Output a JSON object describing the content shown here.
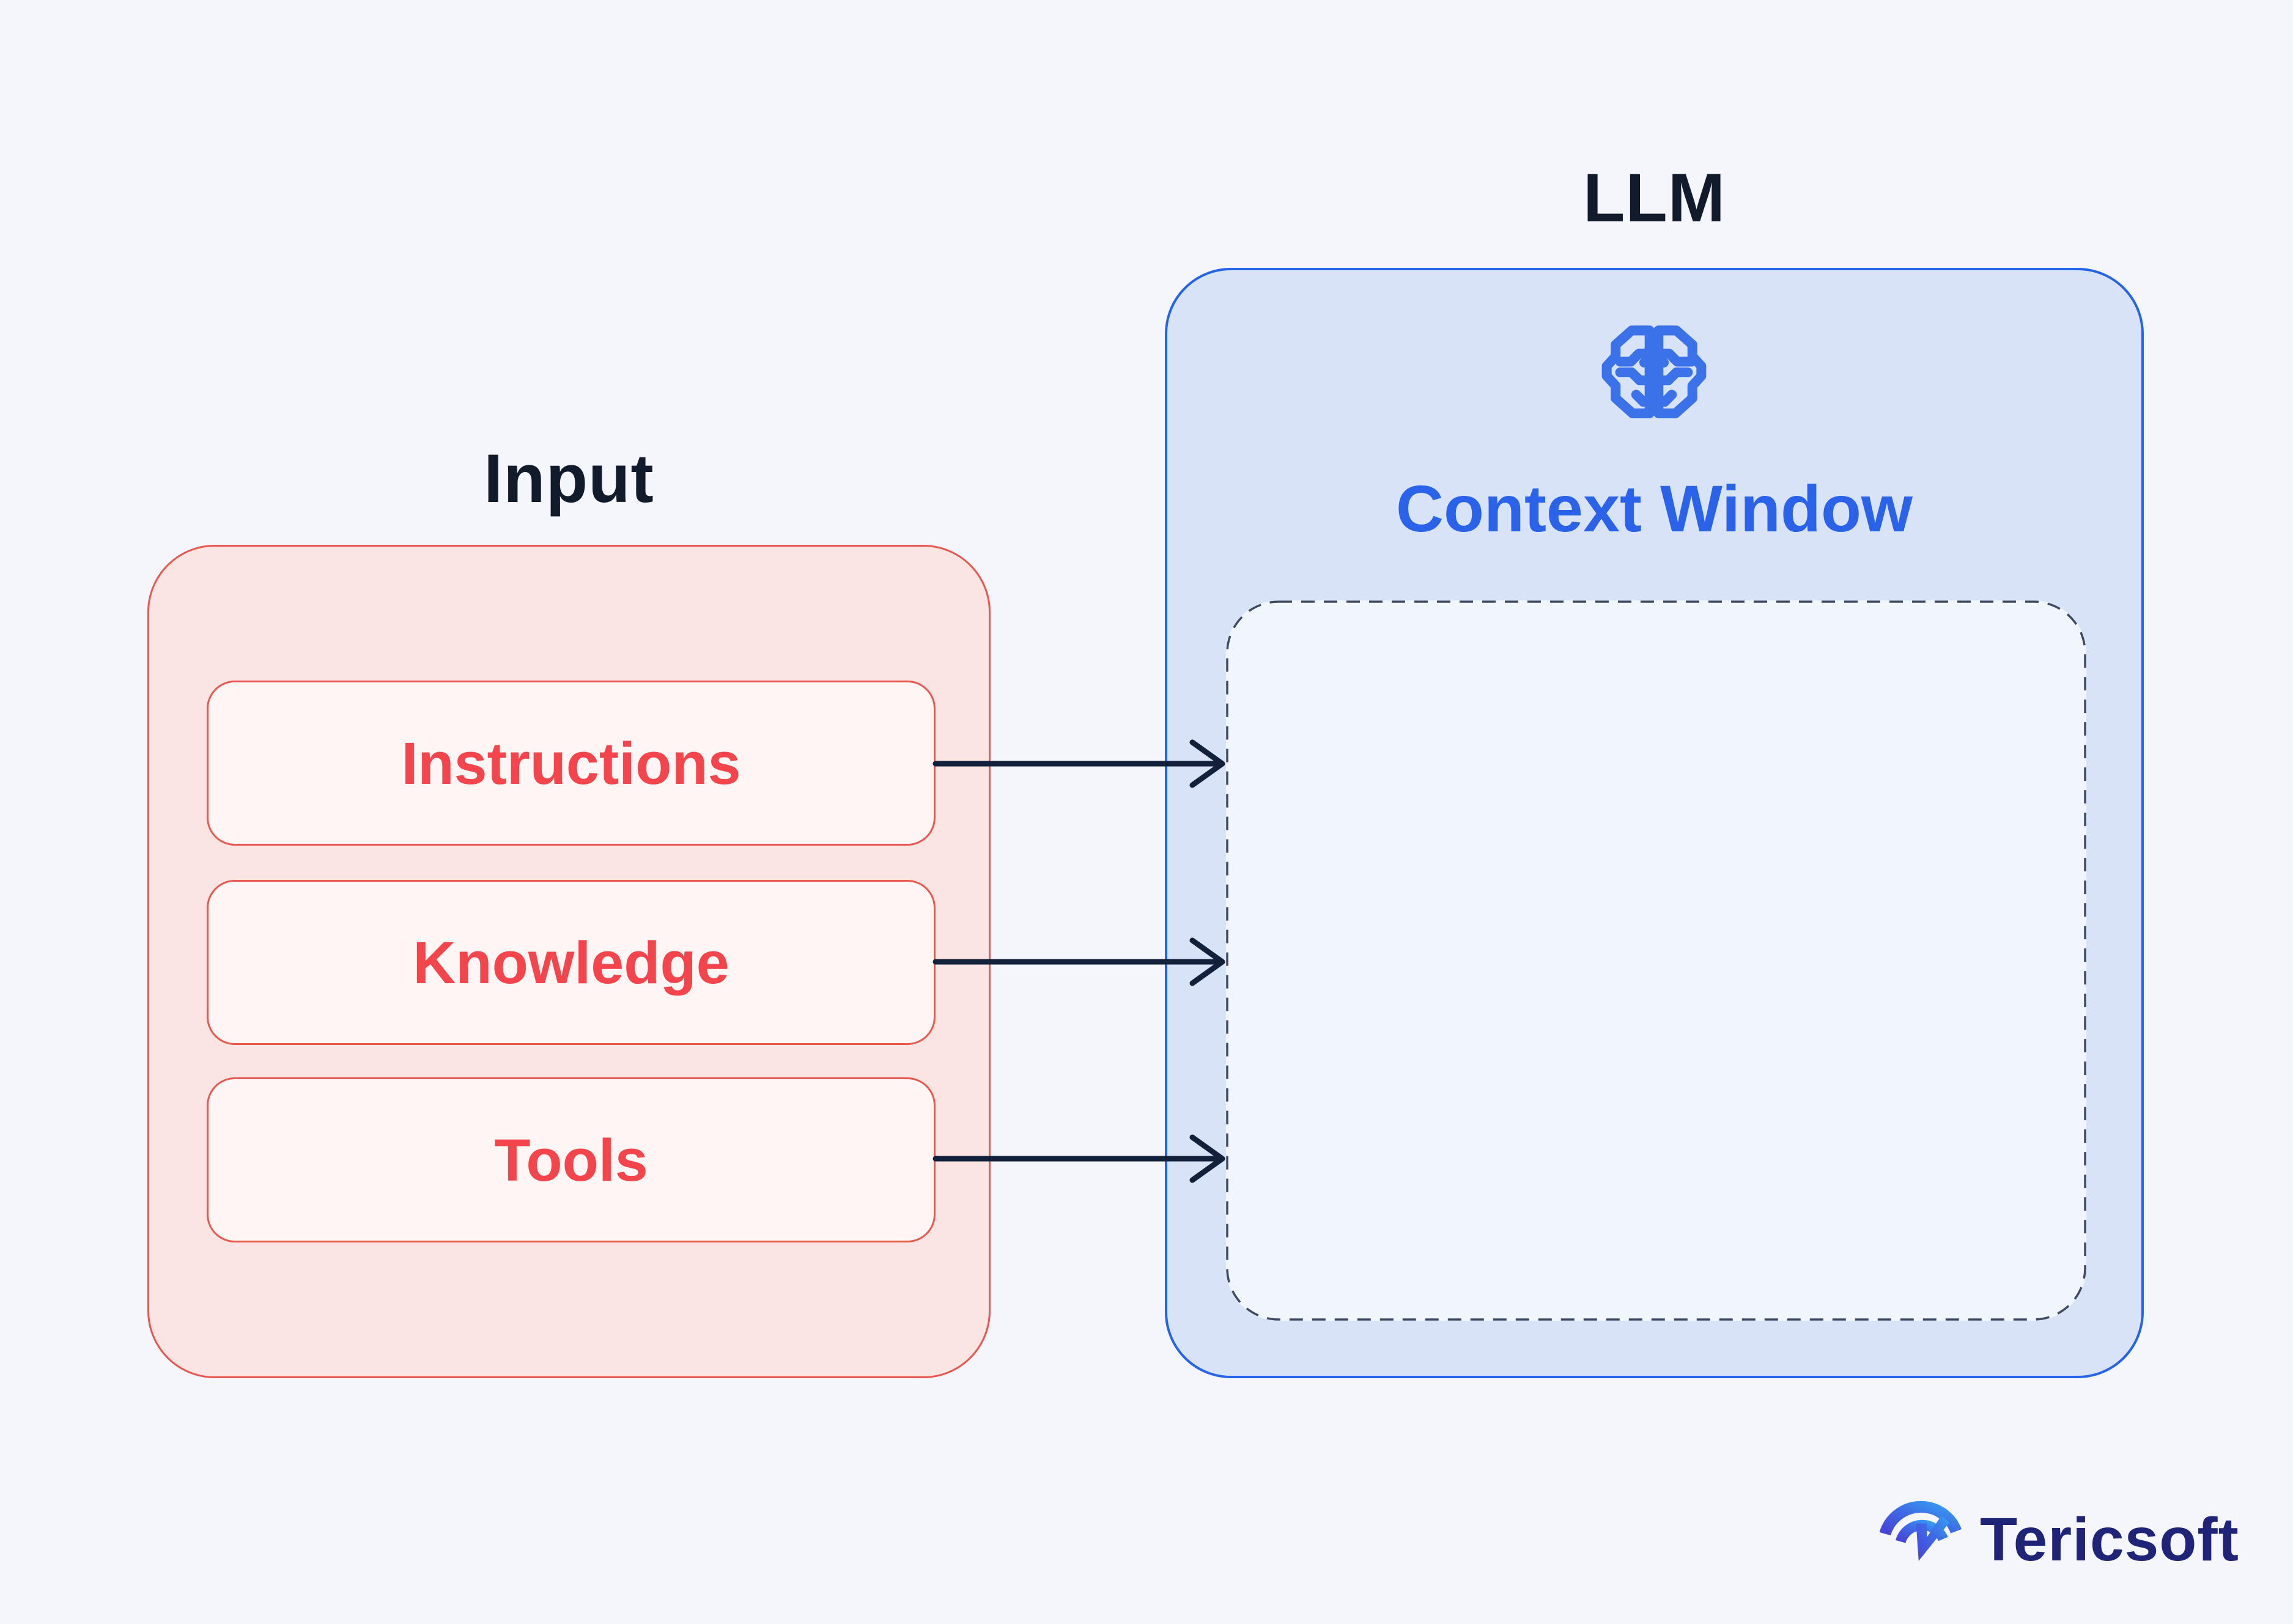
{
  "titles": {
    "input": "Input",
    "llm": "LLM"
  },
  "input_section": {
    "boxes": [
      {
        "label": "Instructions"
      },
      {
        "label": "Knowledge"
      },
      {
        "label": "Tools"
      }
    ]
  },
  "llm_section": {
    "heading": "Context Window",
    "icon": "brain-circuit-icon"
  },
  "arrows": [
    {
      "from": "Instructions",
      "to": "Context Window"
    },
    {
      "from": "Knowledge",
      "to": "Context Window"
    },
    {
      "from": "Tools",
      "to": "Context Window"
    }
  ],
  "branding": {
    "name": "Tericsoft",
    "icon": "tericsoft-signal-mark"
  },
  "colors": {
    "background": "#F4F6FB",
    "input_fill": "#FBE5E3",
    "input_border": "#E9564F",
    "input_item_fill": "#FEF6F5",
    "input_text": "#F5454C",
    "llm_fill": "#D8E3F8",
    "llm_border": "#2563EB",
    "context_text": "#2A62E9",
    "context_window_fill": "#F1F5FC",
    "dashed_border": "#3E4A63",
    "arrow": "#13203A",
    "title_text": "#121B2C",
    "brain_icon": "#3B72E9",
    "brand_text": "#1F2478"
  }
}
